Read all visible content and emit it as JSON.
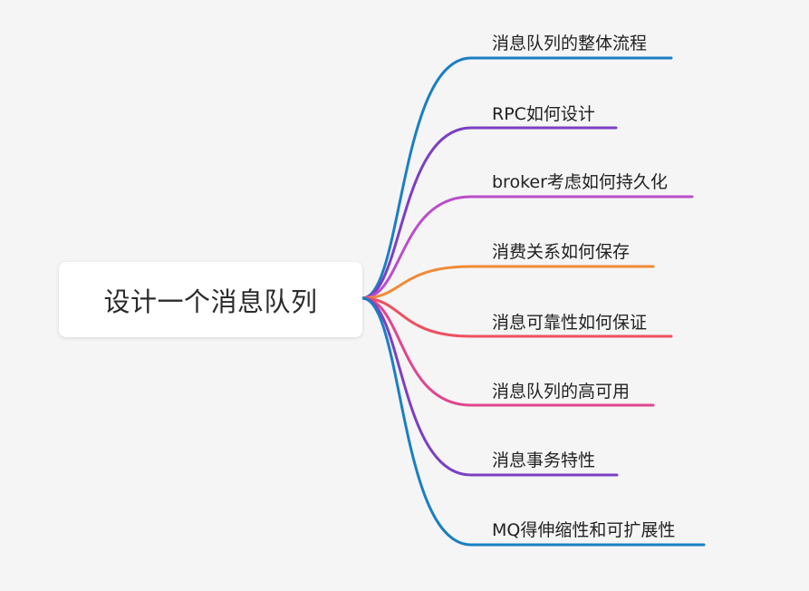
{
  "root": {
    "label": "设计一个消息队列"
  },
  "branches": [
    {
      "label": "消息队列的整体流程",
      "color": "#1b7fc2"
    },
    {
      "label": "RPC如何设计",
      "color": "#7b3fc4"
    },
    {
      "label": "broker考虑如何持久化",
      "color": "#b94fc8"
    },
    {
      "label": "消费关系如何保存",
      "color": "#f08a35"
    },
    {
      "label": "消息可靠性如何保证",
      "color": "#ee5060"
    },
    {
      "label": "消息队列的高可用",
      "color": "#e0458e"
    },
    {
      "label": "消息事务特性",
      "color": "#7b3fc4"
    },
    {
      "label": "MQ得伸缩性和可扩展性",
      "color": "#1b7fc2"
    }
  ]
}
